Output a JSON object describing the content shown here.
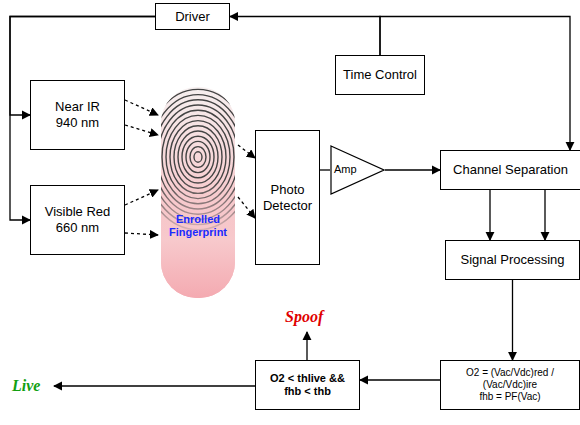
{
  "diagram": {
    "nodes": [
      {
        "text": [
          "Driver"
        ]
      },
      {
        "text": [
          "Time Control"
        ]
      },
      {
        "text": [
          "Near IR 940 nm"
        ]
      },
      {
        "text": [
          "Visible Red 660 nm"
        ]
      },
      {
        "text": [
          "Enrolled Fingerprint"
        ]
      },
      {
        "text": [
          "Photo Detector"
        ]
      },
      {
        "text": [
          "Amp"
        ]
      },
      {
        "text": [
          "Channel Separation"
        ]
      },
      {
        "text": [
          "Signal Processing"
        ]
      },
      {
        "text": [
          "O2 < thlive && fhb < thb"
        ]
      },
      {
        "text": [
          "O2 = (Vac/Vdc)red / (Vac/Vdc)ire",
          "fhb = PF(Vac)"
        ]
      }
    ],
    "edges": [
      {
        "from": 0,
        "to": 2,
        "arrow": "to"
      },
      {
        "from": 0,
        "to": 3,
        "arrow": "to"
      },
      {
        "from": 1,
        "to": 0,
        "arrow": "to"
      },
      {
        "from": 1,
        "to": 7,
        "arrow": "to"
      },
      {
        "from": 2,
        "to": 4,
        "arrow": "to"
      },
      {
        "from": 2,
        "to": 4,
        "arrow": "to"
      },
      {
        "from": 3,
        "to": 4,
        "arrow": "to"
      },
      {
        "from": 3,
        "to": 4,
        "arrow": "to"
      },
      {
        "from": 4,
        "to": 5,
        "arrow": "to"
      },
      {
        "from": 4,
        "to": 5,
        "arrow": "to"
      },
      {
        "from": 5,
        "to": 6,
        "arrow": "none"
      },
      {
        "from": 6,
        "to": 7,
        "arrow": "to"
      },
      {
        "from": 7,
        "to": 8,
        "arrow": "to"
      },
      {
        "from": 7,
        "to": 8,
        "arrow": "to"
      },
      {
        "from": 8,
        "to": 10,
        "arrow": "to"
      },
      {
        "from": 10,
        "to": 9,
        "arrow": "to"
      }
    ],
    "labels": [
      "Spoof",
      "Live"
    ]
  }
}
